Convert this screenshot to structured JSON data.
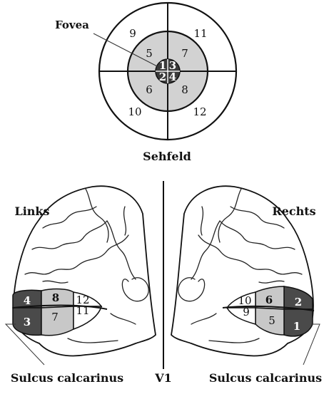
{
  "visual_field": {
    "fovea_label": "Fovea",
    "caption": "Sehfeld",
    "outer_labels": [
      "9",
      "11",
      "10",
      "12"
    ],
    "middle_labels": [
      "5",
      "7",
      "6",
      "8"
    ],
    "inner_labels": [
      "1",
      "3",
      "2",
      "4"
    ],
    "colors": {
      "middle_ring": "#d2d2d2",
      "inner_disc": "#3a3a3a",
      "outer_ring": "#ffffff"
    }
  },
  "brain": {
    "left_hemisphere_label": "Links",
    "right_hemisphere_label": "Rechts",
    "center_label": "V1",
    "left_sulcus_label": "Sulcus calcarinus",
    "right_sulcus_label": "Sulcus calcarinus",
    "left_regions": [
      "4",
      "3",
      "8",
      "7",
      "12",
      "11"
    ],
    "right_regions": [
      "2",
      "1",
      "6",
      "5",
      "10",
      "9"
    ],
    "colors": {
      "dark": "#4a4a4a",
      "mid": "#c8c8c8",
      "light": "#ffffff"
    }
  }
}
